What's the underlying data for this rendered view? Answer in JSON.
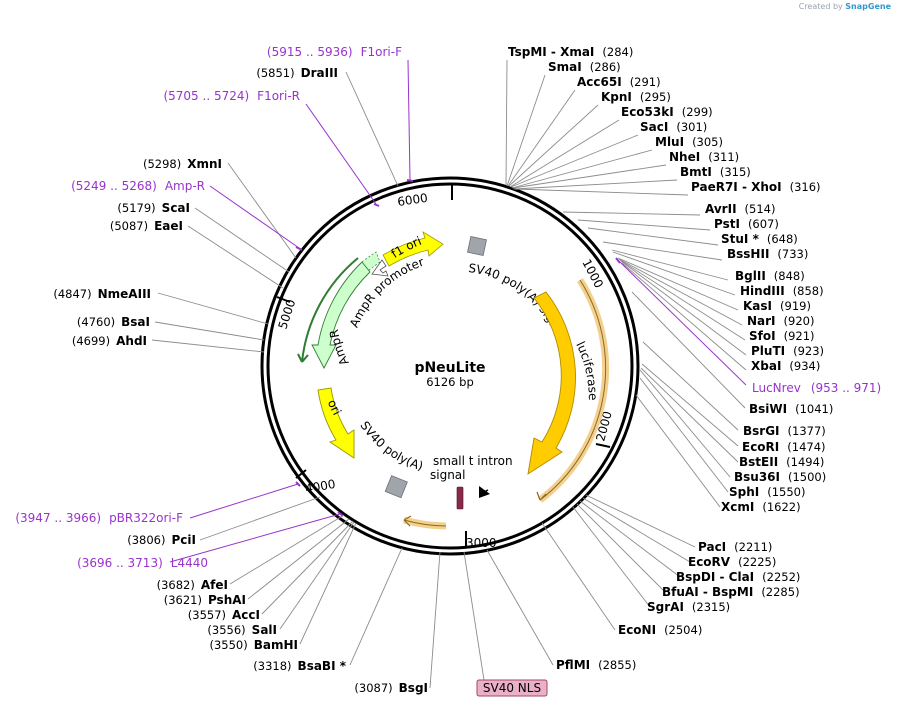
{
  "credit": {
    "prefix": "Created by",
    "brand": "SnapGene"
  },
  "plasmid": {
    "name": "pNeuLite",
    "size": "6126 bp"
  },
  "ticks": [
    "1000",
    "2000",
    "3000",
    "4000",
    "5000",
    "6000"
  ],
  "features": {
    "f1ori": "f1 ori",
    "sv40polyA_top": "SV40 poly(A) signal",
    "ampr_promoter": "AmpR promoter",
    "ampr": "AmpR",
    "luciferase": "luciferase",
    "ori": "ori",
    "sv40polyA_bottom_1": "SV40 poly(A)",
    "sv40polyA_bottom_2": "signal",
    "small_t_intron": "small t intron",
    "sv40nls": "SV40 NLS"
  },
  "enzymes_right": [
    {
      "name": "TspMI",
      "name2": "XmaI",
      "pos": "(284)"
    },
    {
      "name": "SmaI",
      "pos": "(286)"
    },
    {
      "name": "Acc65I",
      "pos": "(291)"
    },
    {
      "name": "KpnI",
      "pos": "(295)"
    },
    {
      "name": "Eco53kI",
      "pos": "(299)"
    },
    {
      "name": "SacI",
      "pos": "(301)"
    },
    {
      "name": "MluI",
      "pos": "(305)"
    },
    {
      "name": "NheI",
      "pos": "(311)"
    },
    {
      "name": "BmtI",
      "pos": "(315)"
    },
    {
      "name": "PaeR7I",
      "name2": "XhoI",
      "pos": "(316)"
    },
    {
      "name": "AvrII",
      "pos": "(514)"
    },
    {
      "name": "PstI",
      "pos": "(607)"
    },
    {
      "name": "StuI *",
      "pos": "(648)"
    },
    {
      "name": "BssHII",
      "pos": "(733)"
    },
    {
      "name": "BglII",
      "pos": "(848)"
    },
    {
      "name": "HindIII",
      "pos": "(858)"
    },
    {
      "name": "KasI",
      "pos": "(919)"
    },
    {
      "name": "NarI",
      "pos": "(920)"
    },
    {
      "name": "SfoI",
      "pos": "(921)"
    },
    {
      "name": "PluTI",
      "pos": "(923)"
    },
    {
      "name": "XbaI",
      "pos": "(934)"
    },
    {
      "name": "BsiWI",
      "pos": "(1041)"
    },
    {
      "name": "BsrGI",
      "pos": "(1377)"
    },
    {
      "name": "EcoRI",
      "pos": "(1474)"
    },
    {
      "name": "BstEII",
      "pos": "(1494)"
    },
    {
      "name": "Bsu36I",
      "pos": "(1500)"
    },
    {
      "name": "SphI",
      "pos": "(1550)"
    },
    {
      "name": "XcmI",
      "pos": "(1622)"
    },
    {
      "name": "PacI",
      "pos": "(2211)"
    },
    {
      "name": "EcoRV",
      "pos": "(2225)"
    },
    {
      "name": "BspDI",
      "name2": "ClaI",
      "pos": "(2252)"
    },
    {
      "name": "BfuAI",
      "name2": "BspMI",
      "pos": "(2285)"
    },
    {
      "name": "SgrAI",
      "pos": "(2315)"
    },
    {
      "name": "EcoNI",
      "pos": "(2504)"
    },
    {
      "name": "PflMI",
      "pos": "(2855)"
    }
  ],
  "enzymes_left": [
    {
      "name": "DraIII",
      "pos": "(5851)"
    },
    {
      "name": "XmnI",
      "pos": "(5298)"
    },
    {
      "name": "ScaI",
      "pos": "(5179)"
    },
    {
      "name": "EaeI",
      "pos": "(5087)"
    },
    {
      "name": "NmeAIII",
      "pos": "(4847)"
    },
    {
      "name": "BsaI",
      "pos": "(4760)"
    },
    {
      "name": "AhdI",
      "pos": "(4699)"
    },
    {
      "name": "PciI",
      "pos": "(3806)"
    },
    {
      "name": "AfeI",
      "pos": "(3682)"
    },
    {
      "name": "PshAI",
      "pos": "(3621)"
    },
    {
      "name": "AccI",
      "pos": "(3557)"
    },
    {
      "name": "SalI",
      "pos": "(3556)"
    },
    {
      "name": "BamHI",
      "pos": "(3550)"
    },
    {
      "name": "BsaBI *",
      "pos": "(3318)"
    },
    {
      "name": "BsgI",
      "pos": "(3087)"
    }
  ],
  "primers": [
    {
      "range": "(5915 .. 5936)",
      "name": "F1ori-F"
    },
    {
      "range": "(5705 .. 5724)",
      "name": "F1ori-R"
    },
    {
      "range": "(5249 .. 5268)",
      "name": "Amp-R"
    },
    {
      "range": "(953 .. 971)",
      "name": "LucNrev"
    },
    {
      "range": "(3947 .. 3966)",
      "name": "pBR322ori-F"
    },
    {
      "range": "(3696 .. 3713)",
      "name": "L4440"
    }
  ],
  "colors": {
    "backbone": "#000000",
    "promoter": "#ccffcc",
    "ampr": "#ccffcc",
    "ampr_bracket": "#2e7d32",
    "f1ori": "#ffff00",
    "ori": "#ffff00",
    "luciferase": "#ffcc00",
    "luciferase_halo": "#f4d08f",
    "polyA": "#a0a5ab",
    "primer": "#9933cc",
    "nls_fill": "#e9b0c8",
    "nls_stroke": "#a3476d"
  }
}
